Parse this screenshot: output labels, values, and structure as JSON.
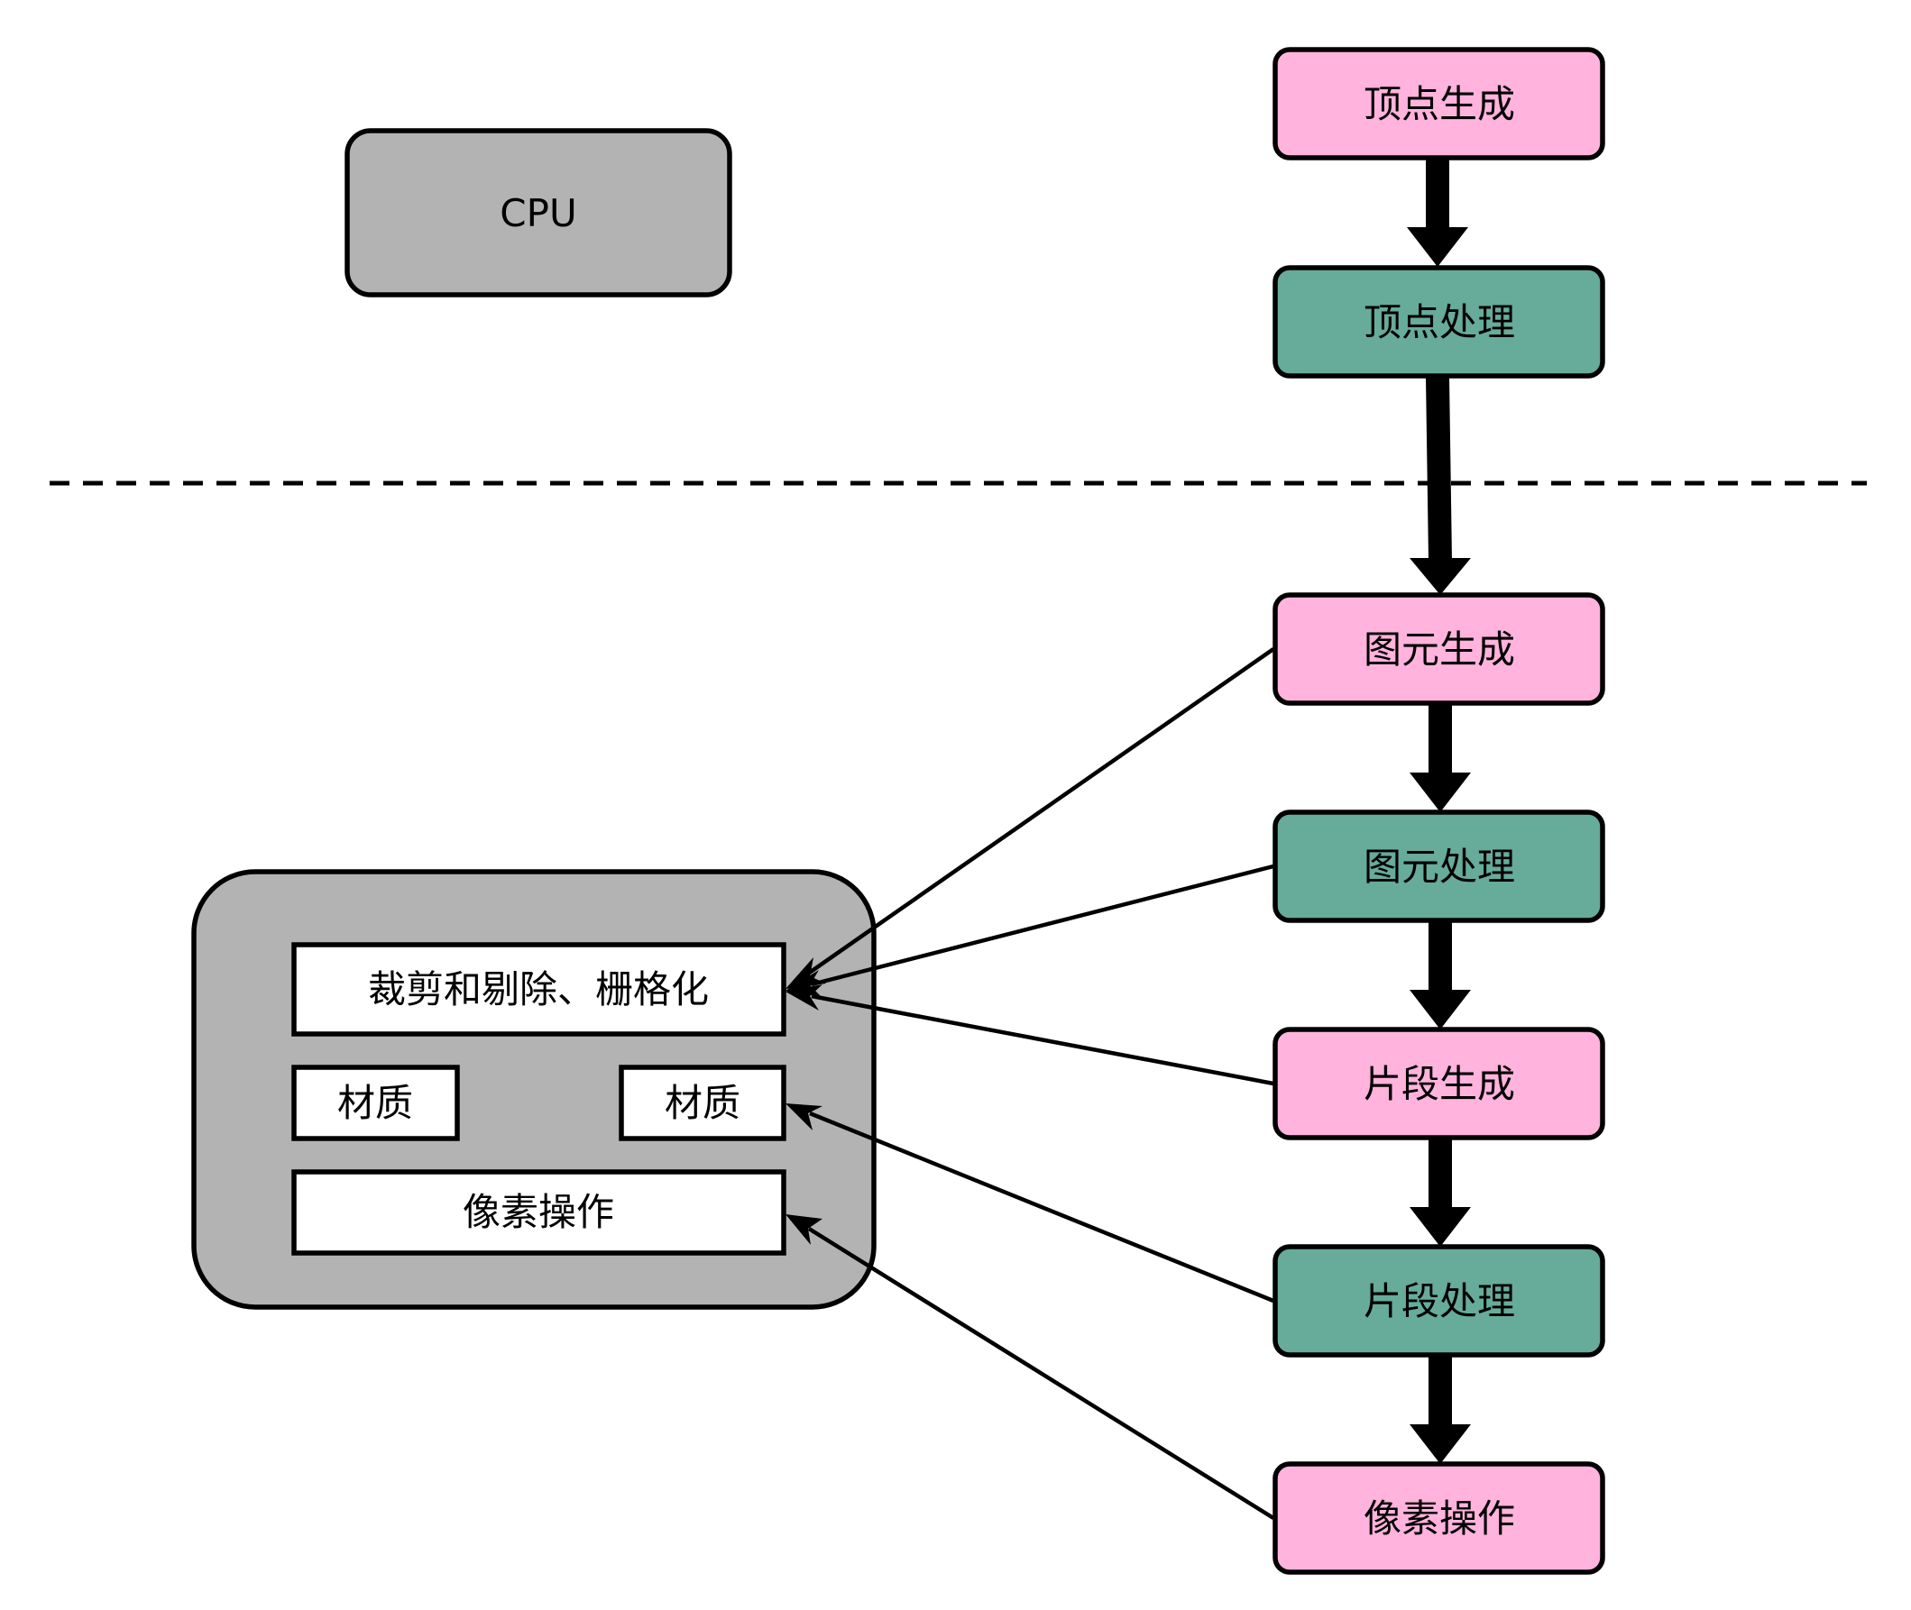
{
  "colors": {
    "cpu_fill": "#b3b3b3",
    "gpu_group_fill": "#b3b3b3",
    "stage_generate_fill": "#ffb3dd",
    "stage_process_fill": "#67ab9a",
    "inner_box_fill": "#ffffff",
    "stroke": "#000000"
  },
  "cpu": {
    "label": "CPU"
  },
  "pipeline": [
    {
      "id": "vertex-generation",
      "label": "顶点生成",
      "kind": "generate"
    },
    {
      "id": "vertex-processing",
      "label": "顶点处理",
      "kind": "process"
    },
    {
      "id": "primitive-generation",
      "label": "图元生成",
      "kind": "generate"
    },
    {
      "id": "primitive-processing",
      "label": "图元处理",
      "kind": "process"
    },
    {
      "id": "fragment-generation",
      "label": "片段生成",
      "kind": "generate"
    },
    {
      "id": "fragment-processing",
      "label": "片段处理",
      "kind": "process"
    },
    {
      "id": "pixel-operations",
      "label": "像素操作",
      "kind": "generate"
    }
  ],
  "gpu_units": {
    "clip_cull_raster": "裁剪和剔除、栅格化",
    "material_left": "材质",
    "material_right": "材质",
    "pixel_ops": "像素操作"
  },
  "connections": [
    {
      "from": "primitive-generation",
      "to": "clip_cull_raster"
    },
    {
      "from": "primitive-processing",
      "to": "clip_cull_raster"
    },
    {
      "from": "fragment-generation",
      "to": "clip_cull_raster"
    },
    {
      "from": "fragment-processing",
      "to": "material_right"
    },
    {
      "from": "pixel-operations",
      "to": "pixel_ops"
    }
  ]
}
